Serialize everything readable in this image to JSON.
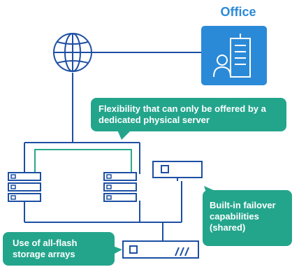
{
  "office": {
    "title": "Office"
  },
  "callouts": {
    "flexibility": "Flexibility that can only be offered by a dedicated physical server",
    "failover": "Built-in failover capabilities (shared)",
    "storage": "Use of all-flash storage arrays"
  },
  "colors": {
    "line": "#1d4fa3",
    "accent_line": "#2aa88a",
    "office_blue": "#2b8ad8",
    "callout_green": "#23a58c"
  },
  "icons": [
    "globe-icon",
    "office-building-icon",
    "server-icon",
    "switch-icon",
    "storage-array-icon"
  ]
}
